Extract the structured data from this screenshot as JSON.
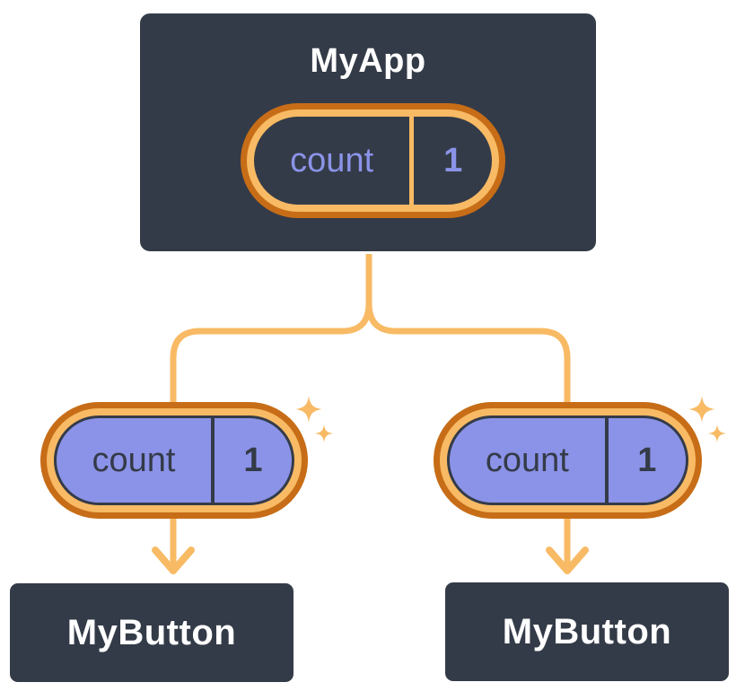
{
  "diagram_type": "react-component-tree-state",
  "colors": {
    "background": "#ffffff",
    "node_fill": "#343B48",
    "node_border": "#ffffff",
    "node_text": "#ffffff",
    "pill_ring_outer": "#C76D17",
    "pill_ring_inner": "#F8BA64",
    "pill_parent_fill": "#343B48",
    "pill_parent_text": "#8B93E8",
    "pill_child_fill": "#8B93E8",
    "pill_child_text": "#343B48",
    "connector": "#F8BA64",
    "sparkle": "#F8BA64"
  },
  "tree": {
    "root": {
      "title": "MyApp",
      "state": {
        "name": "count",
        "value": "1"
      }
    },
    "children": [
      {
        "title": "MyButton",
        "state": {
          "name": "count",
          "value": "1"
        }
      },
      {
        "title": "MyButton",
        "state": {
          "name": "count",
          "value": "1"
        }
      }
    ]
  }
}
